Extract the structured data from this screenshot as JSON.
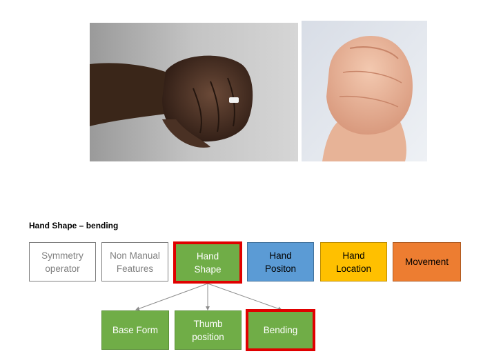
{
  "heading": "Hand Shape – bending",
  "boxes": {
    "symmetry": "Symmetry\noperator",
    "non_manual": "Non Manual\nFeatures",
    "hand_shape": "Hand\nShape",
    "hand_position": "Hand\nPositon",
    "hand_location": "Hand\nLocation",
    "movement": "Movement",
    "base_form": "Base Form",
    "thumb_position": "Thumb\nposition",
    "bending": "Bending"
  },
  "colors": {
    "green": "#70ad47",
    "blue": "#5b9bd5",
    "yellow": "#ffc000",
    "orange": "#ed7d31",
    "highlight": "#e00000"
  },
  "images": [
    {
      "icon": "fist-photo",
      "description_name": "dark-skinned fist with ring"
    },
    {
      "icon": "fist-photo",
      "description_name": "light-skinned fist side view"
    }
  ]
}
